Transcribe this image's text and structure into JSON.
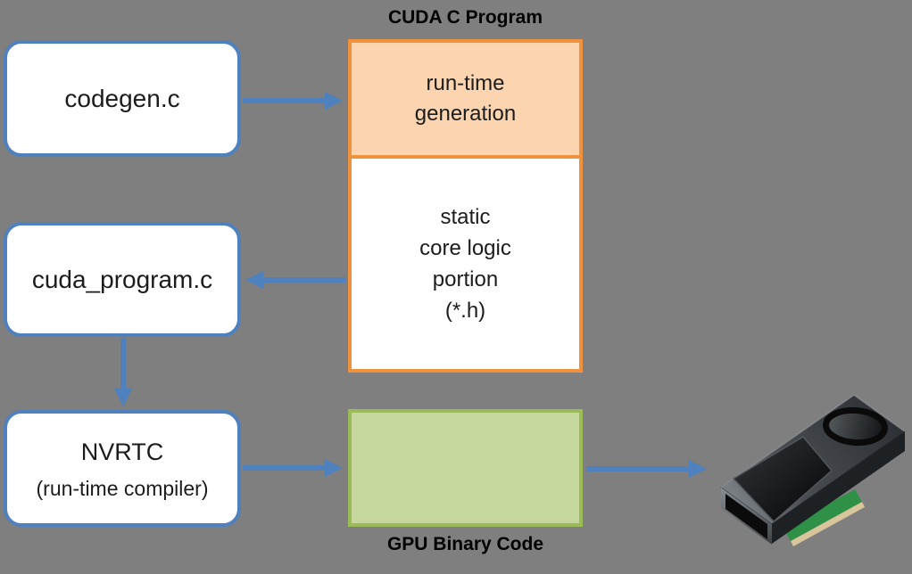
{
  "diagram": {
    "background_color": "#7F7F7F",
    "palette": {
      "blue_accent": "#4E81BD",
      "orange_border": "#F0923D",
      "orange_fill": "#FCD5B0",
      "green_border": "#9BBB59",
      "green_fill": "#C6D79E",
      "box_fill": "#FFFFFF",
      "text_color": "#1C1C1C"
    },
    "captions": {
      "cuda_c_program": "CUDA C Program",
      "gpu_binary_code": "GPU Binary Code"
    },
    "boxes": {
      "codegen": {
        "label": "codegen.c"
      },
      "cuda_program": {
        "label": "cuda_program.c"
      },
      "nvrtc": {
        "label": "NVRTC",
        "sublabel": "(run-time compiler)"
      },
      "runtime_section": {
        "lines": [
          "run-time",
          "generation"
        ]
      },
      "static_section": {
        "lines": [
          "static",
          "core logic",
          "portion",
          "(*.h)"
        ]
      }
    },
    "edges": [
      {
        "from": "codegen.c",
        "to": "run-time generation"
      },
      {
        "from": "static core logic portion (*.h)",
        "to": "cuda_program.c"
      },
      {
        "from": "cuda_program.c",
        "to": "NVRTC (run-time compiler)"
      },
      {
        "from": "NVRTC (run-time compiler)",
        "to": "GPU Binary Code"
      },
      {
        "from": "GPU Binary Code",
        "to": "GPU card"
      }
    ]
  }
}
